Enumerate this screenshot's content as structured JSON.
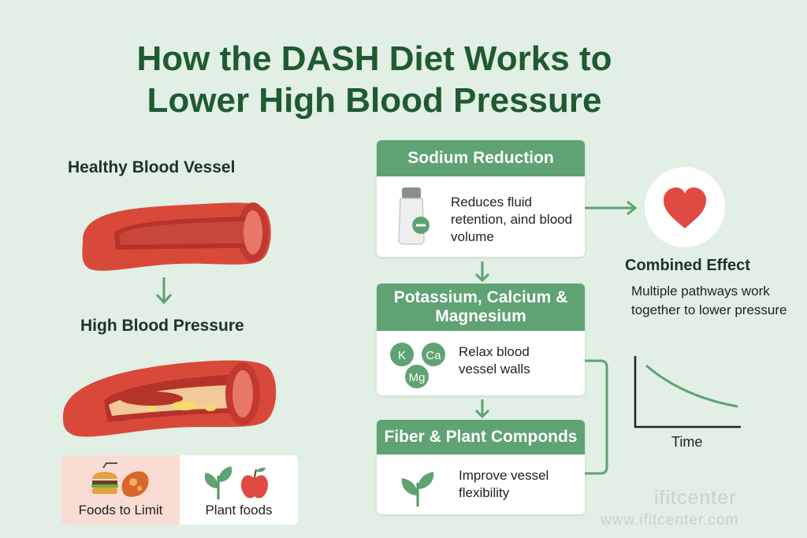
{
  "title": {
    "line1": "How the DASH Diet Works to",
    "line2": "Lower High Blood Pressure"
  },
  "left": {
    "healthy_label": "Healthy Blood Vessel",
    "high_label": "High Blood Pressure",
    "foods_limit_label": "Foods to Limit",
    "plant_foods_label": "Plant foods"
  },
  "cards": [
    {
      "title": "Sodium Reduction",
      "text": "Reduces fluid retention, aind blood volume",
      "icon": "salt-shaker-icon"
    },
    {
      "title": "Potassium, Calcium & Magnesium",
      "text": "Relax blood vessel walls",
      "minerals": [
        "K",
        "Ca",
        "Mg"
      ]
    },
    {
      "title": "Fiber & Plant Componds",
      "text": "Improve vessel flexibility",
      "icon": "sprout-icon"
    }
  ],
  "combined": {
    "title": "Combined Effect",
    "description": "Multiple pathways work together to lower pressure",
    "axis_label": "Time"
  },
  "watermark": {
    "brand": "ifitcenter",
    "url": "www.ifitcenter.com"
  },
  "colors": {
    "background": "#e2efe4",
    "title_green": "#1f5a31",
    "card_header": "#5fa273",
    "vessel_red": "#d9493a",
    "heart_red": "#e04a42"
  }
}
